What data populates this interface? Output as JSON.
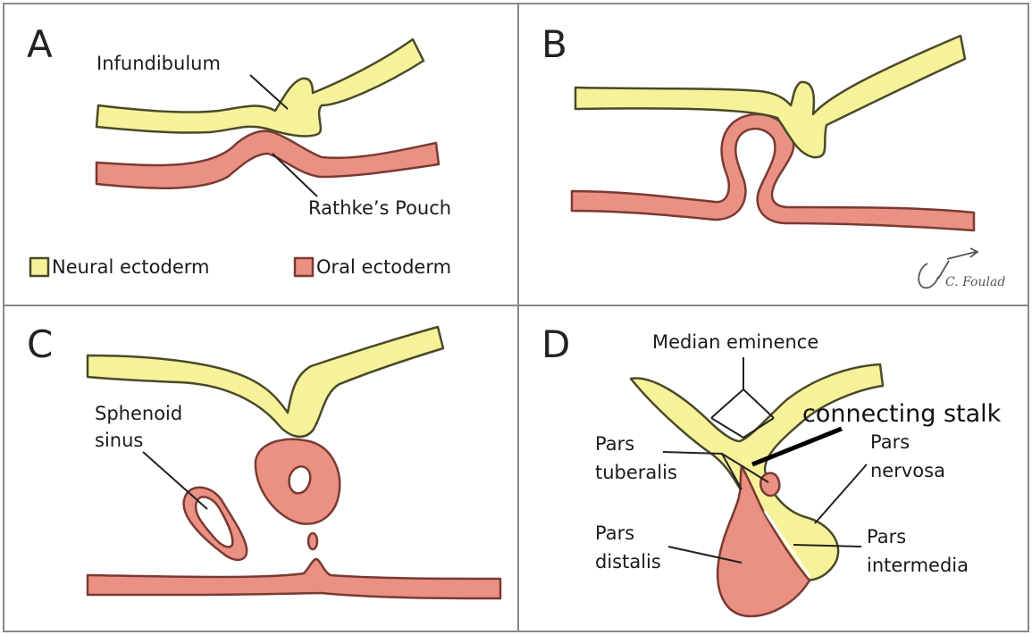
{
  "panels": {
    "a": {
      "letter": "A",
      "infundibulum": "Infundibulum",
      "rathkes_pouch": "Rathke’s Pouch",
      "legend_neural": "Neural ectoderm",
      "legend_oral": "Oral ectoderm"
    },
    "b": {
      "letter": "B",
      "signature": "C. Foulad"
    },
    "c": {
      "letter": "C",
      "sphenoid_line1": "Sphenoid",
      "sphenoid_line2": "sinus"
    },
    "d": {
      "letter": "D",
      "median_eminence": "Median eminence",
      "connecting_stalk": "connecting stalk",
      "pars_tuberalis_1": "Pars",
      "pars_tuberalis_2": "tuberalis",
      "pars_nervosa_1": "Pars",
      "pars_nervosa_2": "nervosa",
      "pars_distalis_1": "Pars",
      "pars_distalis_2": "distalis",
      "pars_intermedia_1": "Pars",
      "pars_intermedia_2": "intermedia"
    }
  },
  "colors": {
    "neural_ectoderm": "#f6f29a",
    "oral_ectoderm": "#ea9183"
  }
}
